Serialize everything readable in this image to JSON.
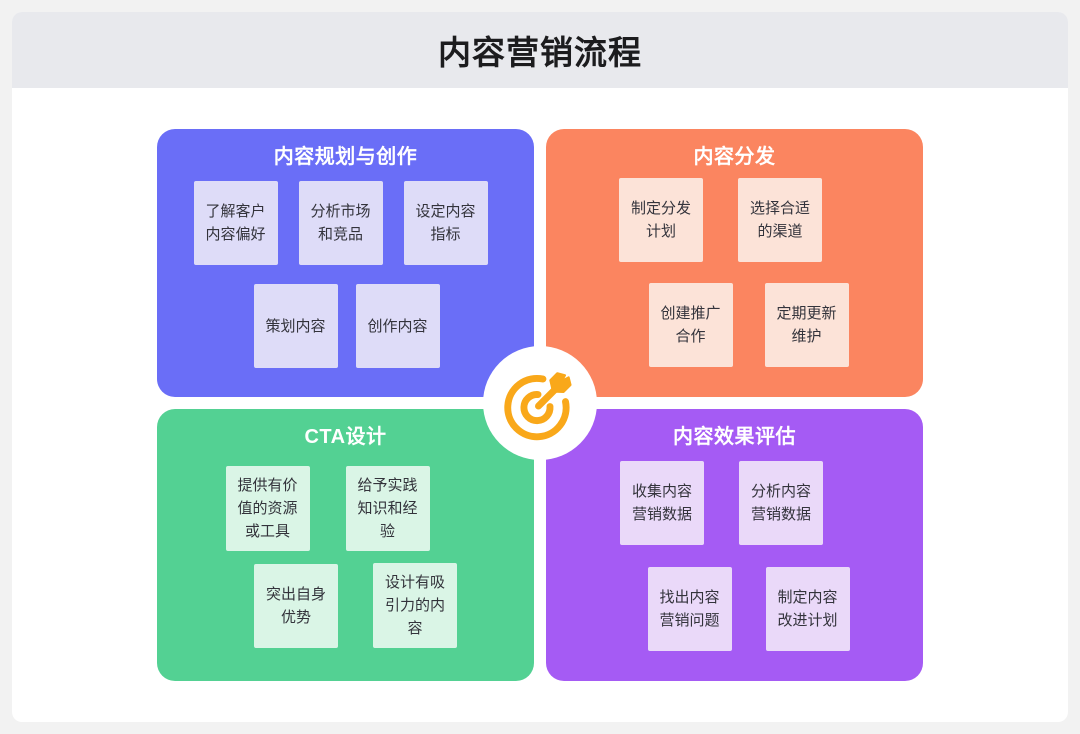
{
  "page": {
    "title": "内容营销流程"
  },
  "colors": {
    "page_bg": "#f2f2f2",
    "header_bg": "#e8e9ed",
    "panel_bg": "#ffffff",
    "header_text": "#1c1c1e",
    "icon_accent": "#f9a81a"
  },
  "center": {
    "icon": "target-dart-icon"
  },
  "quadrants": [
    {
      "id": "planning",
      "title": "内容规划与创作",
      "bg": "#6a6ef7",
      "card_bg": "#dedcf8",
      "rows": [
        [
          "了解客户内容偏好",
          "分析市场和竞品",
          "设定内容指标"
        ],
        [
          "策划内容",
          "创作内容"
        ]
      ]
    },
    {
      "id": "distribution",
      "title": "内容分发",
      "bg": "#fb8560",
      "card_bg": "#fce3d8",
      "rows": [
        [
          "制定分发计划",
          "选择合适的渠道"
        ],
        [
          "创建推广合作",
          "定期更新维护"
        ]
      ]
    },
    {
      "id": "cta-design",
      "title": "CTA设计",
      "bg": "#53d193",
      "card_bg": "#daf5e6",
      "rows": [
        [
          "提供有价值的资源或工具",
          "给予实践知识和经验"
        ],
        [
          "突出自身优势",
          "设计有吸引力的内容"
        ]
      ]
    },
    {
      "id": "evaluation",
      "title": "内容效果评估",
      "bg": "#a55bf4",
      "card_bg": "#ead9f9",
      "rows": [
        [
          "收集内容营销数据",
          "分析内容营销数据"
        ],
        [
          "找出内容营销问题",
          "制定内容改进计划"
        ]
      ]
    }
  ]
}
